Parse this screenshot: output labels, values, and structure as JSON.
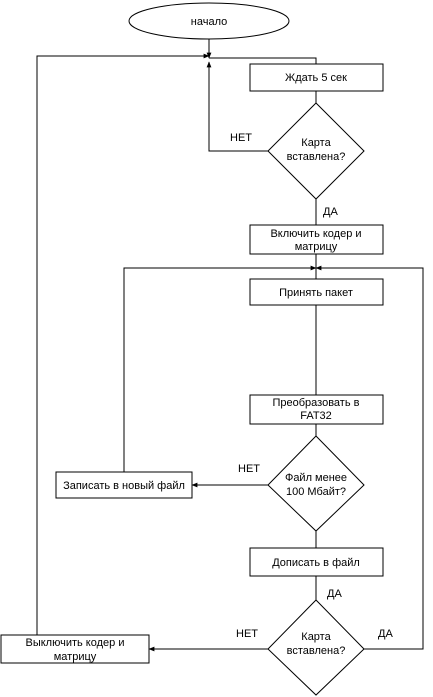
{
  "flowchart": {
    "start": "начало",
    "wait": "Ждать 5 сек",
    "card_check_1": [
      "Карта",
      "вставлена?"
    ],
    "enable": [
      "Включить кодер и",
      "матрицу"
    ],
    "receive": "Принять пакет",
    "convert": [
      "Преобразовать в",
      "FAT32"
    ],
    "size_check": [
      "Файл менее",
      "100 Мбайт?"
    ],
    "write_new": "Записать в новый файл",
    "append": "Дописать в файл",
    "card_check_2": [
      "Карта",
      "вставлена?"
    ],
    "disable": [
      "Выключить кодер и",
      "матрицу"
    ],
    "label_no": "НЕТ",
    "label_yes": "ДА"
  }
}
